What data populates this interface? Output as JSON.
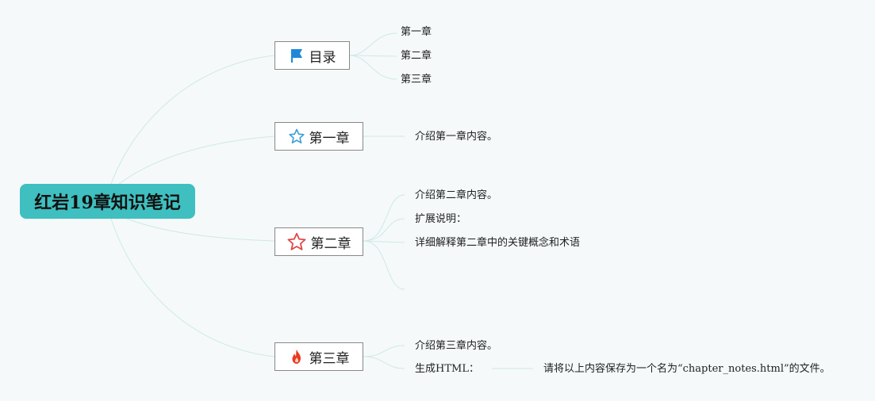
{
  "root": {
    "title": "红岩19章知识笔记"
  },
  "branches": [
    {
      "label": "目录",
      "icon": "flag-icon",
      "children": [
        "第一章",
        "第二章",
        "第三章"
      ]
    },
    {
      "label": "第一章",
      "icon": "star-outline-blue-icon",
      "children": [
        "介绍第一章内容。"
      ]
    },
    {
      "label": "第二章",
      "icon": "star-outline-red-icon",
      "children": [
        "介绍第二章内容。",
        "扩展说明：",
        "详细解释第二章中的关键概念和术语",
        ""
      ]
    },
    {
      "label": "第三章",
      "icon": "fire-icon",
      "children": [
        "介绍第三章内容。",
        "生成HTML："
      ],
      "sub": "请将以上内容保存为一个名为“chapter_notes.html”的文件。"
    }
  ],
  "colors": {
    "root_fill": "#3fbfc0",
    "connector": "#cfe8e6",
    "flag": "#1e88d8",
    "star_blue": "#3aa0d8",
    "star_red": "#e04848",
    "fire": "#e83a20"
  }
}
